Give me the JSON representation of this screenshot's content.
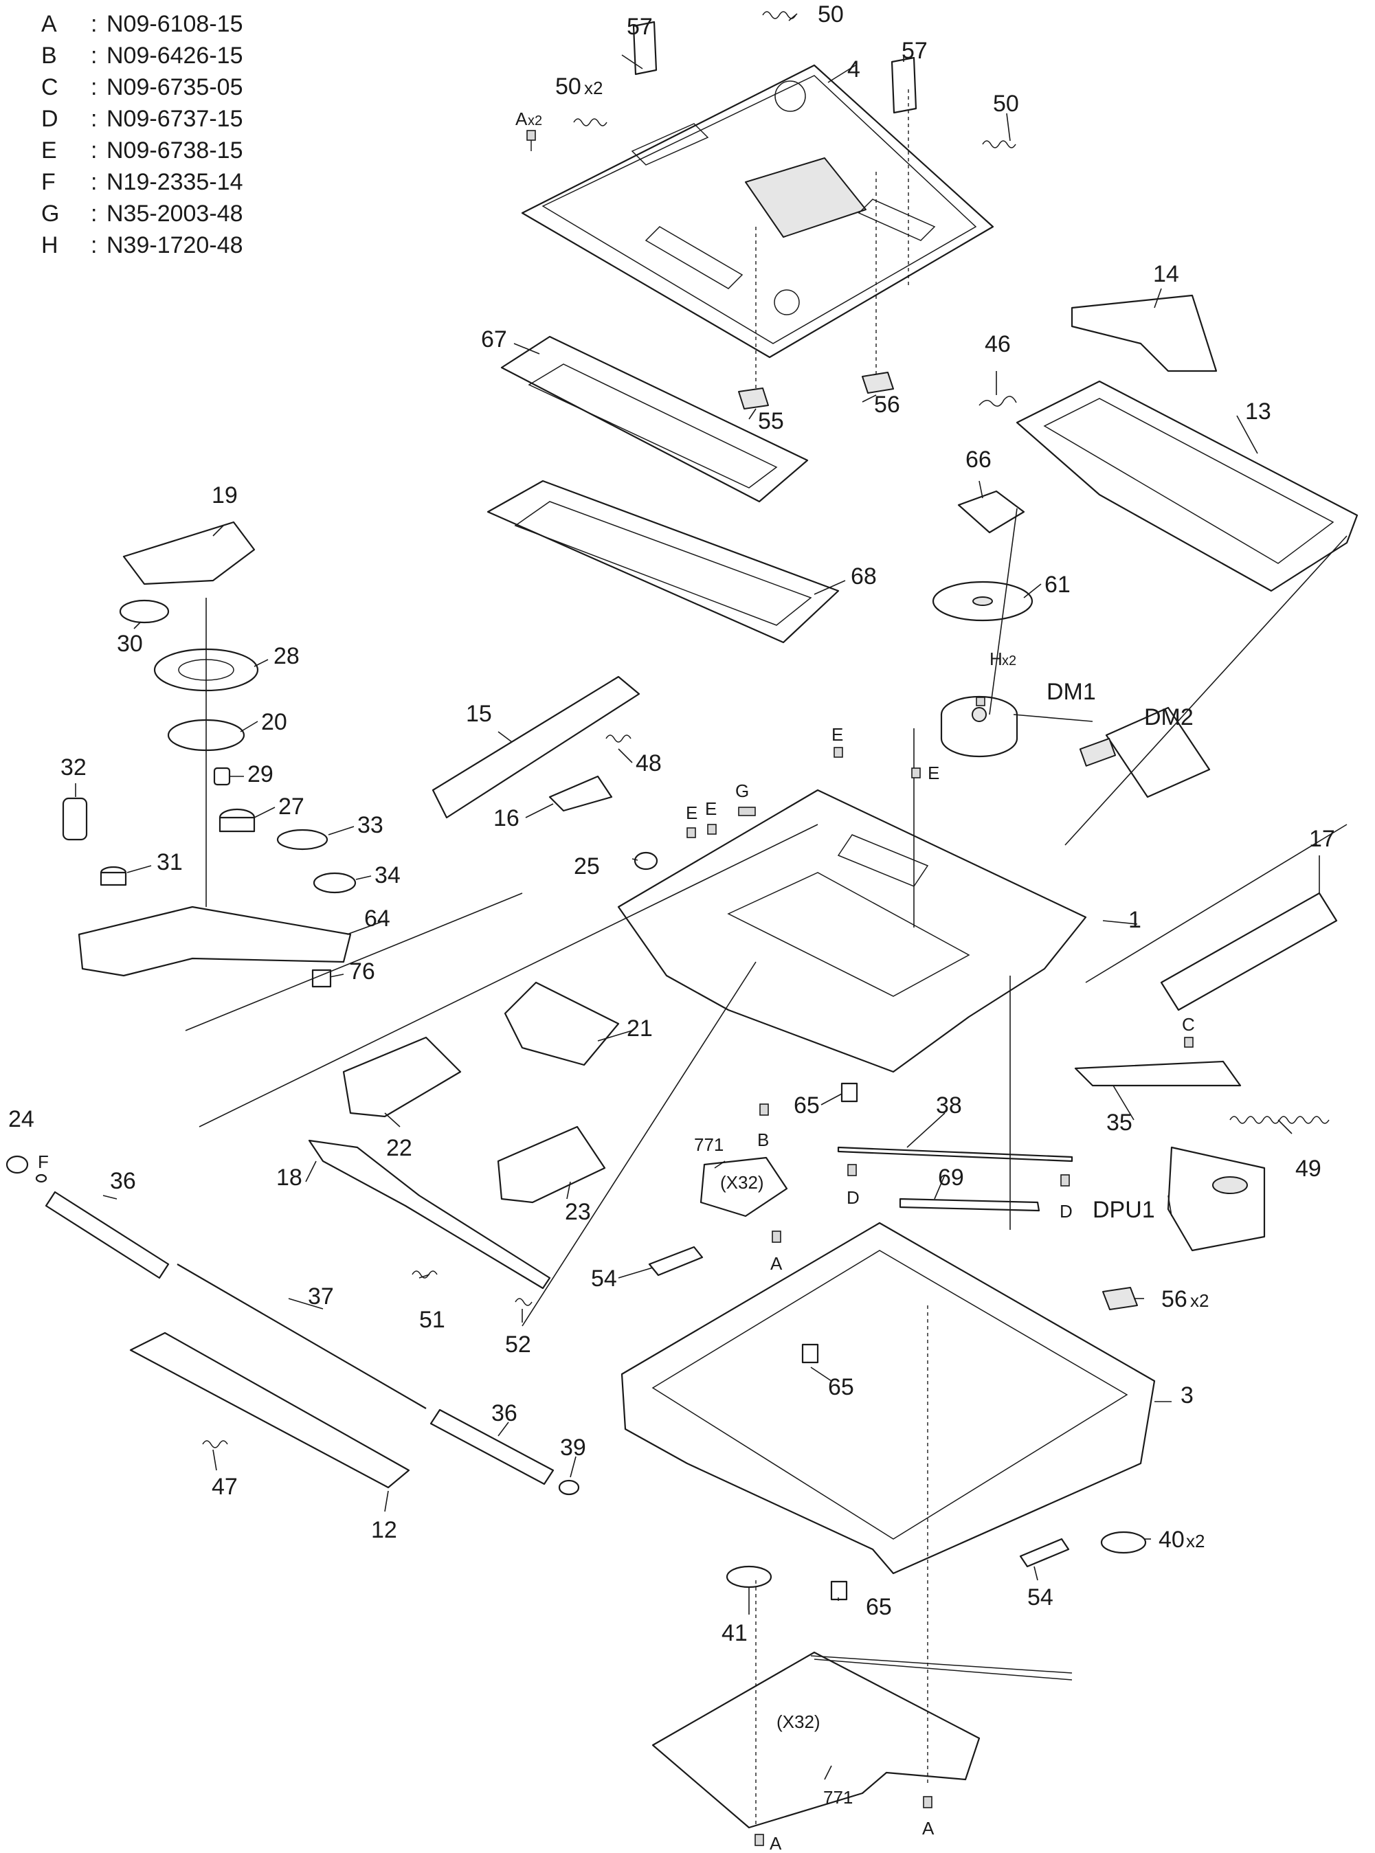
{
  "legend": [
    {
      "key": "A",
      "sep": ":",
      "code": "N09-6108-15"
    },
    {
      "key": "B",
      "sep": ":",
      "code": "N09-6426-15"
    },
    {
      "key": "C",
      "sep": ":",
      "code": "N09-6735-05"
    },
    {
      "key": "D",
      "sep": ":",
      "code": "N09-6737-15"
    },
    {
      "key": "E",
      "sep": ":",
      "code": "N09-6738-15"
    },
    {
      "key": "F",
      "sep": ":",
      "code": "N19-2335-14"
    },
    {
      "key": "G",
      "sep": ":",
      "code": "N35-2003-48"
    },
    {
      "key": "H",
      "sep": ":",
      "code": "N39-1720-48"
    }
  ],
  "callouts": {
    "p57a": "57",
    "p50a": "50",
    "p57b": "57",
    "p4": "4",
    "p50x2": "50",
    "x2a": "x2",
    "ax2": "A",
    "x2b": "x2",
    "p50b": "50",
    "p14": "14",
    "p67": "67",
    "p46": "46",
    "p55": "55",
    "p56a": "56",
    "p13": "13",
    "p66": "66",
    "p19": "19",
    "p61": "61",
    "p68": "68",
    "p30": "30",
    "p28": "28",
    "hx2": "H",
    "x2c": "x2",
    "pDM1": "DM1",
    "pDM2": "DM2",
    "p20": "20",
    "p15": "15",
    "eA": "E",
    "p48": "48",
    "eB": "E",
    "p32": "32",
    "p29": "29",
    "p16": "16",
    "g1": "G",
    "eC": "E",
    "eD": "E",
    "p27": "27",
    "p33": "33",
    "p17": "17",
    "p31": "31",
    "p25": "25",
    "p34": "34",
    "p1": "1",
    "p64": "64",
    "p76": "76",
    "p21": "21",
    "c1": "C",
    "p65a": "65",
    "p22": "22",
    "b1": "B",
    "p38": "38",
    "p35": "35",
    "p24": "24",
    "f1": "F",
    "p36a": "36",
    "p771a": "771",
    "x32a": "(X32)",
    "p49": "49",
    "p18": "18",
    "p23": "23",
    "p69": "69",
    "d1": "D",
    "d2": "D",
    "pDPU1": "DPU1",
    "a1": "A",
    "p54a": "54",
    "p37": "37",
    "p51": "51",
    "p56x2": "56",
    "x2d": "x2",
    "p52": "52",
    "p65b": "65",
    "p3": "3",
    "p36b": "36",
    "p39": "39",
    "p47": "47",
    "p12": "12",
    "p40x2": "40",
    "x2e": "x2",
    "p54b": "54",
    "p65c": "65",
    "p41": "41",
    "x32b": "(X32)",
    "p771b": "771",
    "a2": "A",
    "a3": "A"
  }
}
